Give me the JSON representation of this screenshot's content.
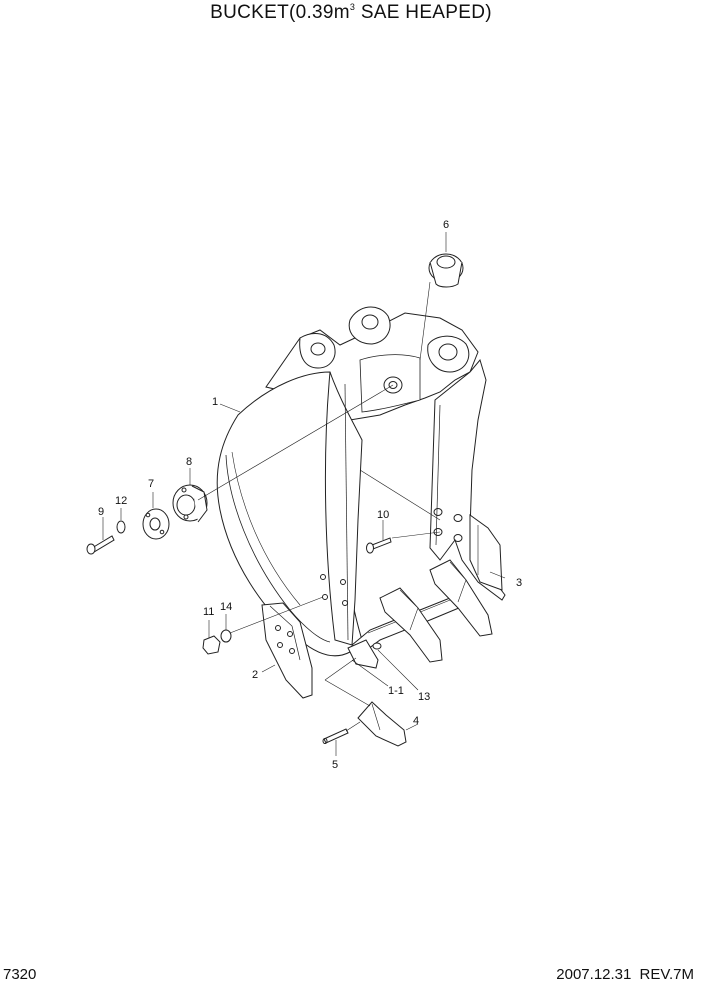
{
  "header": {
    "title_prefix": "BUCKET(0.39m",
    "title_sup": "3",
    "title_suffix": " SAE HEAPED)"
  },
  "footer": {
    "page_number": "7320",
    "revision": "2007.12.31  REV.7M"
  },
  "callouts": {
    "c1": "1",
    "c1_1": "1-1",
    "c2": "2",
    "c3": "3",
    "c4": "4",
    "c5": "5",
    "c6": "6",
    "c7": "7",
    "c8": "8",
    "c9": "9",
    "c10": "10",
    "c11": "11",
    "c12": "12",
    "c13": "13",
    "c14": "14"
  }
}
